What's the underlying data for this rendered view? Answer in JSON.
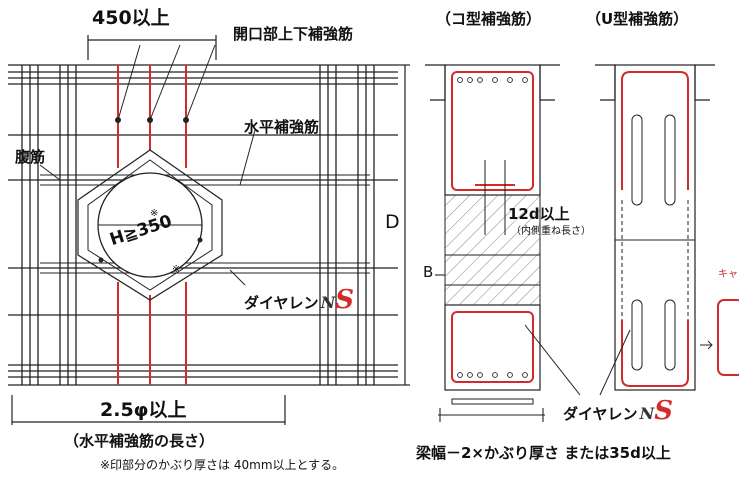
{
  "left": {
    "dim_top": "450以上",
    "opening_rebar": "開口部上下補強筋",
    "horizontal_rebar": "水平補強筋",
    "web_rebar": "腹筋",
    "h_label": "H≧350",
    "diayaren_label": "ダイヤレン",
    "diayaren_brand_n": "N",
    "diayaren_brand_s": "S",
    "d_label": "D",
    "length_label": "2.5φ以上",
    "length_caption": "（水平補強筋の長さ）",
    "footnote": "※印部分のかぶり厚さは 40mm以上とする。",
    "mark": "※"
  },
  "right": {
    "ko_title": "（コ型補強筋）",
    "u_title": "（U型補強筋）",
    "lap_label": "12d以上",
    "lap_sub": "（内側重ね長さ）",
    "b_label": "B",
    "diayaren_label": "ダイヤレン",
    "diayaren_brand_n": "N",
    "diayaren_brand_s": "S",
    "width_caption": "梁幅－2×かぶり厚さ または35d以上",
    "cut_label": "キャ"
  },
  "colors": {
    "rebar_red": "#d42a2a",
    "line": "#222222",
    "grey": "#9a9a9a",
    "logo_red": "#d42a2a",
    "logo_n": "#333333"
  }
}
